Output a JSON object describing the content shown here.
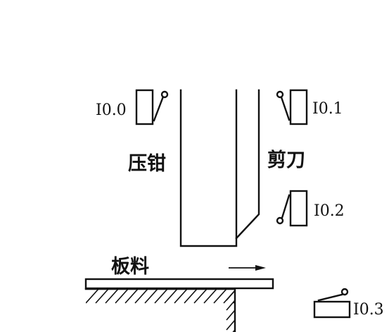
{
  "labels": {
    "pressing_clamp": "压钳",
    "shear_blade": "剪刀",
    "sheet_material": "板料"
  },
  "switches": [
    {
      "id": "I0.0"
    },
    {
      "id": "I0.1"
    },
    {
      "id": "I0.2"
    },
    {
      "id": "I0.3"
    }
  ],
  "colors": {
    "line": "#111111",
    "background": "#ffffff"
  }
}
